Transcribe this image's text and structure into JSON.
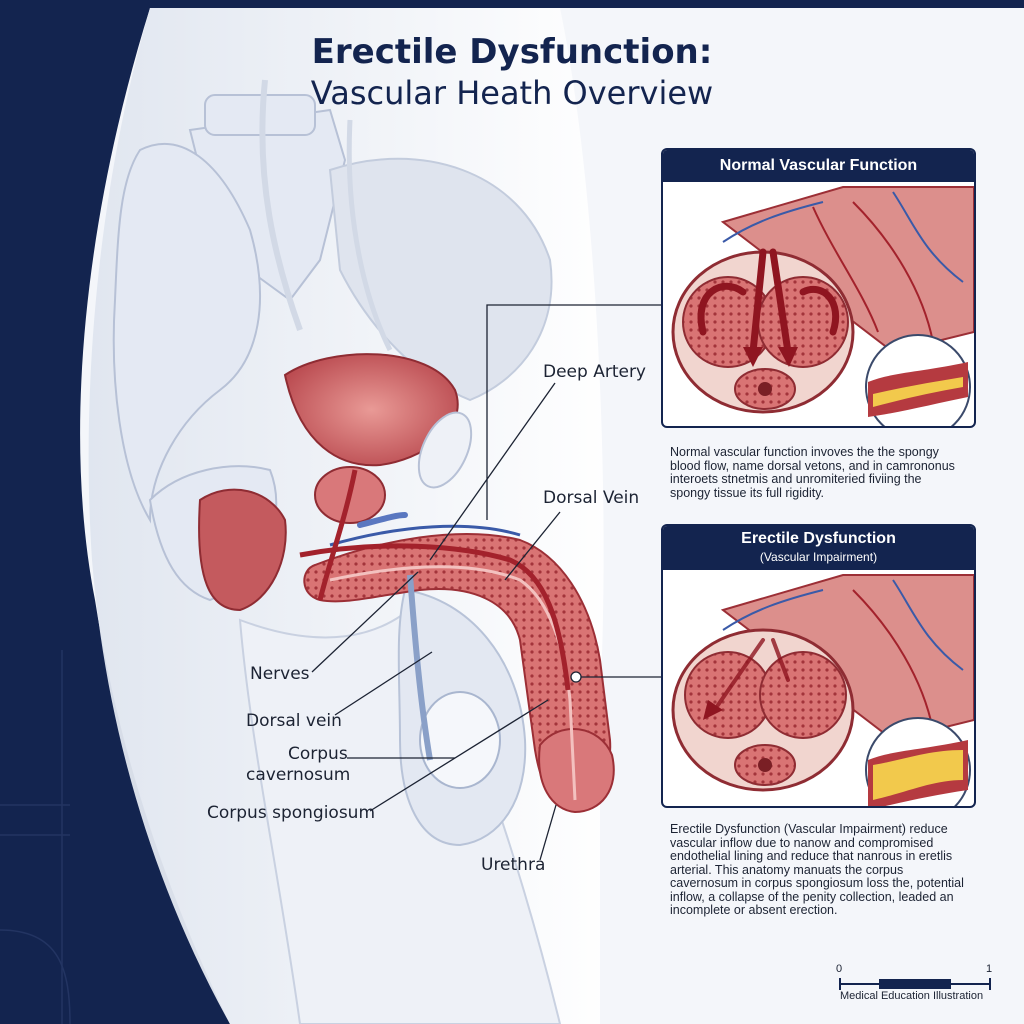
{
  "title": {
    "line1": "Erectile Dysfunction:",
    "line2": "Vascular Heath Overview"
  },
  "labels": {
    "deep_artery": "Deep Artery",
    "dorsal_vein_upper": "Dorsal Vein",
    "nerves": "Nerves",
    "dorsal_vein_lower": "Dorsal vein",
    "corpus_cavernosum_1": "Corpus",
    "corpus_cavernosum_2": "cavernosum",
    "corpus_spongiosum": "Corpus spongiosum",
    "urethra": "Urethra"
  },
  "panels": {
    "normal": {
      "heading": "Normal Vascular Function",
      "description": [
        "Normal vascular function invoves the the spongy",
        "blood flow, name dorsal vetons, and in camrononus",
        "interoets stnetmis and unromiteried fiviing the",
        "spongy tissue its full rigidity."
      ]
    },
    "ed": {
      "heading": "Erectile Dysfunction",
      "subheading": "(Vascular Impairment)",
      "description": [
        "Erectile Dysfunction (Vascular Impairment) reduce",
        "vascular inflow due to nanow and compromised",
        "endothelial lining and reduce that nanrous in eretlis",
        "arterial. This anatomy manuats the corpus",
        "cavernosum in corpus spongiosum loss the, potential",
        "inflow, a collapse of the penity collection, leaded an",
        "incomplete or absent erection."
      ]
    }
  },
  "scale_bar": {
    "min": "0",
    "max": "1",
    "caption": "Medical Education Illustration"
  },
  "colors": {
    "navy": "#13244f",
    "tissue": "#d9787a",
    "tissue_dark": "#9c2f36",
    "artery": "#a3222c",
    "vein": "#3a5aa8",
    "bone": "#e3e8f2",
    "plaque": "#f2c94c"
  }
}
